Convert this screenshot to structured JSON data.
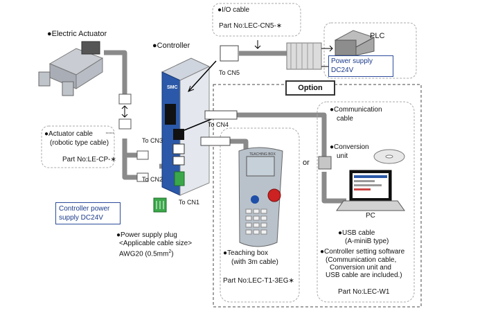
{
  "labels": {
    "electric_actuator": "●Electric Actuator",
    "controller": "●Controller",
    "io_cable": "●I/O cable",
    "io_part": "Part No:LEC-CN5-∗",
    "plc": "PLC",
    "power_supply_line1": "Power supply",
    "power_supply_line2": "DC24V",
    "to_cn5": "To CN5",
    "to_cn4": "To CN4",
    "to_cn3": "To CN3",
    "to_cn2": "To CN2",
    "to_cn1": "To CN1",
    "option": "Option",
    "actuator_cable_line1": "●Actuator cable",
    "actuator_cable_line2": "(robotic type cable)",
    "actuator_part": "Part No:LE-CP-∗",
    "controller_power_line1": "Controller power",
    "controller_power_line2": "supply DC24V",
    "power_plug_line1": "●Power supply plug",
    "power_plug_line2": "<Applicable cable size>",
    "power_plug_line3": "AWG20 (0.5mm",
    "power_plug_sup": "2",
    "power_plug_end": ")",
    "or": "or",
    "comm_cable_line1": "●Communication",
    "comm_cable_line2": "cable",
    "conv_unit_line1": "●Conversion",
    "conv_unit_line2": "unit",
    "pc": "PC",
    "usb_line1": "●USB cable",
    "usb_line2": "(A-miniB type)",
    "sw_line1": "●Controller setting software",
    "sw_line2": "(Communication cable,",
    "sw_line3": "Conversion unit and",
    "sw_line4": "USB cable are included.)",
    "sw_part": "Part No:LEC-W1",
    "teach_line1": "●Teaching box",
    "teach_line2": "(with 3m cable)",
    "teach_part": "Part No:LEC-T1-3EG∗",
    "brand": "SMC",
    "pendant_title": "TEACHING BOX"
  },
  "colors": {
    "cable": "#8a8a8a",
    "highlight_border": "#2a4a9a",
    "controller_body": "#e4e8ee",
    "controller_face": "#2b58a8",
    "estop": "#cc2222",
    "terminal": "#3aa84a"
  }
}
